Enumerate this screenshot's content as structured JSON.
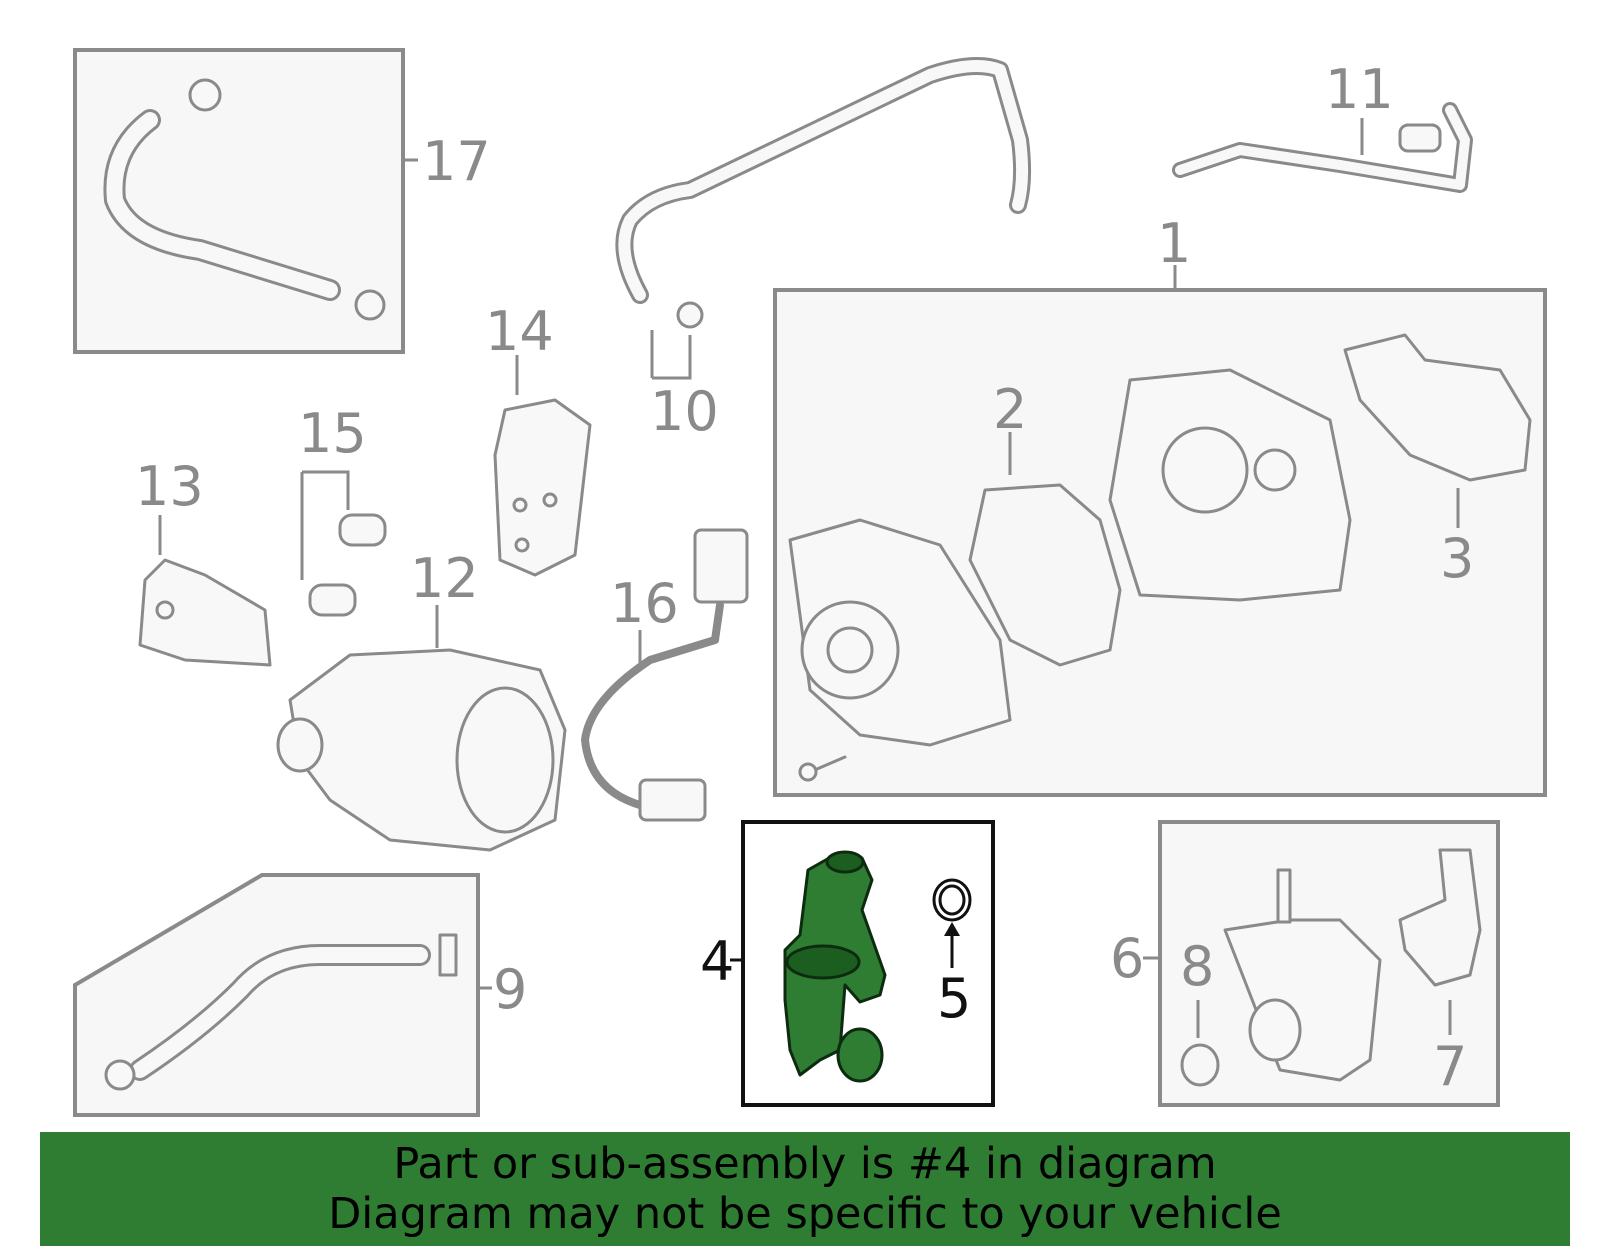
{
  "diagram": {
    "callouts": {
      "c1": "1",
      "c2": "2",
      "c3": "3",
      "c4": "4",
      "c5": "5",
      "c6": "6",
      "c7": "7",
      "c8": "8",
      "c9": "9",
      "c10": "10",
      "c11": "11",
      "c12": "12",
      "c13": "13",
      "c14": "14",
      "c15": "15",
      "c16": "16",
      "c17": "17"
    },
    "highlighted_part": "4",
    "colors": {
      "highlight": "#2e7d32",
      "line_art": "#8a8a8a",
      "banner": "#2e7d32",
      "banner_text": "#000000"
    }
  },
  "banner": {
    "line1": "Part or sub-assembly is #4 in diagram",
    "line2": "Diagram may not be specific to your vehicle"
  }
}
